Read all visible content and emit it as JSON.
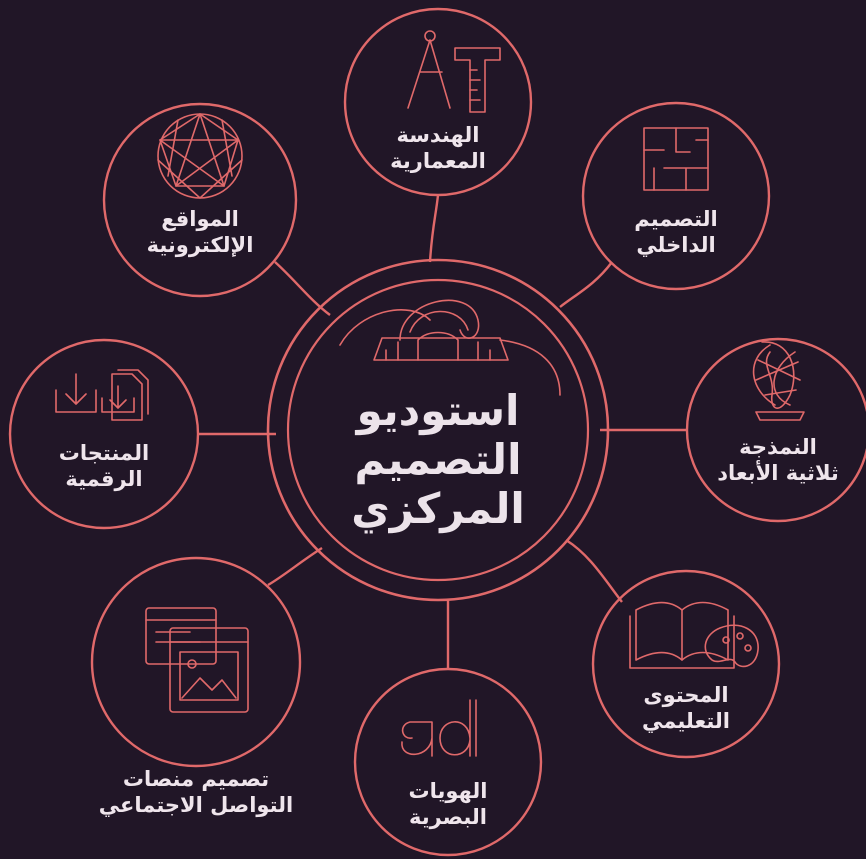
{
  "center": {
    "lines": [
      "استوديو",
      "التصميم",
      "المركزي"
    ]
  },
  "nodes": [
    {
      "id": "architecture",
      "icon": "compass-ruler-icon",
      "lines": [
        "الهندسة",
        "المعمارية"
      ]
    },
    {
      "id": "interior",
      "icon": "floorplan-icon",
      "lines": [
        "التصميم",
        "الداخلي"
      ]
    },
    {
      "id": "modeling",
      "icon": "3d-sculpture-icon",
      "lines": [
        "النمذجة",
        "ثلاثية الأبعاد"
      ]
    },
    {
      "id": "education",
      "icon": "book-palette-icon",
      "lines": [
        "المحتوى",
        "التعليمي"
      ]
    },
    {
      "id": "identity",
      "icon": "ad-letters-icon",
      "lines": [
        "الهويات",
        "البصرية"
      ]
    },
    {
      "id": "social",
      "icon": "social-posts-icon",
      "lines": [
        "تصميم منصات",
        "التواصل الاجتماعي"
      ]
    },
    {
      "id": "digital",
      "icon": "download-files-icon",
      "lines": [
        "المنتجات",
        "الرقمية"
      ]
    },
    {
      "id": "websites",
      "icon": "globe-mesh-icon",
      "lines": [
        "المواقع",
        "الإلكترونية"
      ]
    }
  ],
  "colors": {
    "accent": "#e0696a",
    "background": "#211627",
    "text": "#efe5ec"
  }
}
